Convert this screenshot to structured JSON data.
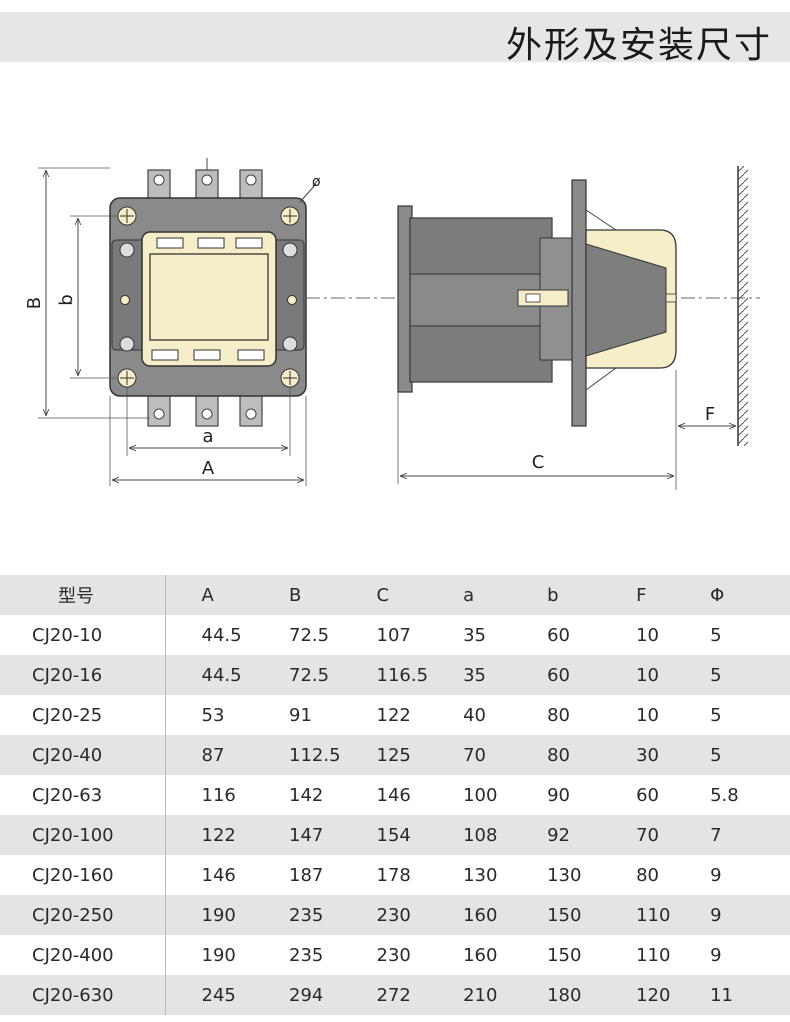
{
  "header": {
    "title": "外形及安装尺寸"
  },
  "drawing": {
    "labels": {
      "B": "B",
      "b": "b",
      "a": "a",
      "A": "A",
      "C": "C",
      "F": "F",
      "phi": "ø"
    }
  },
  "table": {
    "headers": [
      "型号",
      "A",
      "B",
      "C",
      "a",
      "b",
      "F",
      "Φ"
    ],
    "rows": [
      [
        "CJ20-10",
        "44.5",
        "72.5",
        "107",
        "35",
        "60",
        "10",
        "5"
      ],
      [
        "CJ20-16",
        "44.5",
        "72.5",
        "116.5",
        "35",
        "60",
        "10",
        "5"
      ],
      [
        "CJ20-25",
        "53",
        "91",
        "122",
        "40",
        "80",
        "10",
        "5"
      ],
      [
        "CJ20-40",
        "87",
        "112.5",
        "125",
        "70",
        "80",
        "30",
        "5"
      ],
      [
        "CJ20-63",
        "116",
        "142",
        "146",
        "100",
        "90",
        "60",
        "5.8"
      ],
      [
        "CJ20-100",
        "122",
        "147",
        "154",
        "108",
        "92",
        "70",
        "7"
      ],
      [
        "CJ20-160",
        "146",
        "187",
        "178",
        "130",
        "130",
        "80",
        "9"
      ],
      [
        "CJ20-250",
        "190",
        "235",
        "230",
        "160",
        "150",
        "110",
        "9"
      ],
      [
        "CJ20-400",
        "190",
        "235",
        "230",
        "160",
        "150",
        "110",
        "9"
      ],
      [
        "CJ20-630",
        "245",
        "294",
        "272",
        "210",
        "180",
        "120",
        "11"
      ]
    ]
  },
  "colors": {
    "body_gray": "#8a8a8a",
    "dark_gray": "#6e6e6e",
    "cream": "#f6eec9",
    "table_stripe": "#e4e4e4"
  }
}
